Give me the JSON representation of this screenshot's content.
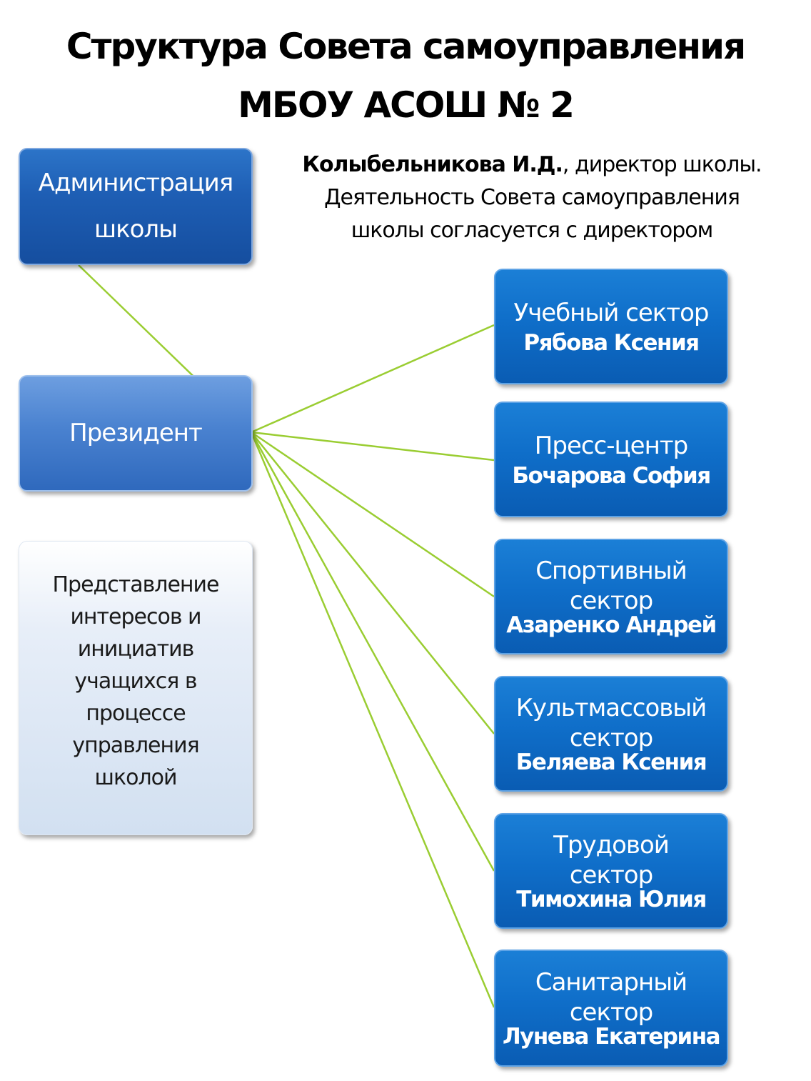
{
  "title": {
    "line1": "Структура Совета самоуправления",
    "line2": "МБОУ АСОШ № 2"
  },
  "director_note": {
    "name": "Колыбельникова И.Д.",
    "role": ", директор школы.",
    "line2": "Деятельность Совета самоуправления",
    "line3": "школы согласуется с директором"
  },
  "administration": {
    "line1": "Администрация",
    "line2": "школы"
  },
  "president": {
    "label": "Президент"
  },
  "representation": {
    "lines": [
      "Представление",
      "интересов и",
      "инициатив",
      "учащихся в",
      "процессе",
      "управления",
      "школой"
    ]
  },
  "sectors": [
    {
      "title_lines": [
        "Учебный сектор"
      ],
      "person": "Рябова Ксения"
    },
    {
      "title_lines": [
        "Пресс-центр"
      ],
      "person": "Бочарова София"
    },
    {
      "title_lines": [
        "Спортивный",
        "сектор"
      ],
      "person": "Азаренко Андрей"
    },
    {
      "title_lines": [
        "Культмассовый",
        "сектор"
      ],
      "person": "Беляева Ксения"
    },
    {
      "title_lines": [
        "Трудовой",
        "сектор"
      ],
      "person": "Тимохина Юлия"
    },
    {
      "title_lines": [
        "Санитарный",
        "сектор"
      ],
      "person": "Лунева Екатерина"
    }
  ],
  "colors": {
    "connector": "#9acd32",
    "box_dark": "#1e5eb4",
    "box_light": "#4a82d0",
    "box_sector": "#0f6ec9",
    "box_pale": "#d2e0f1"
  }
}
